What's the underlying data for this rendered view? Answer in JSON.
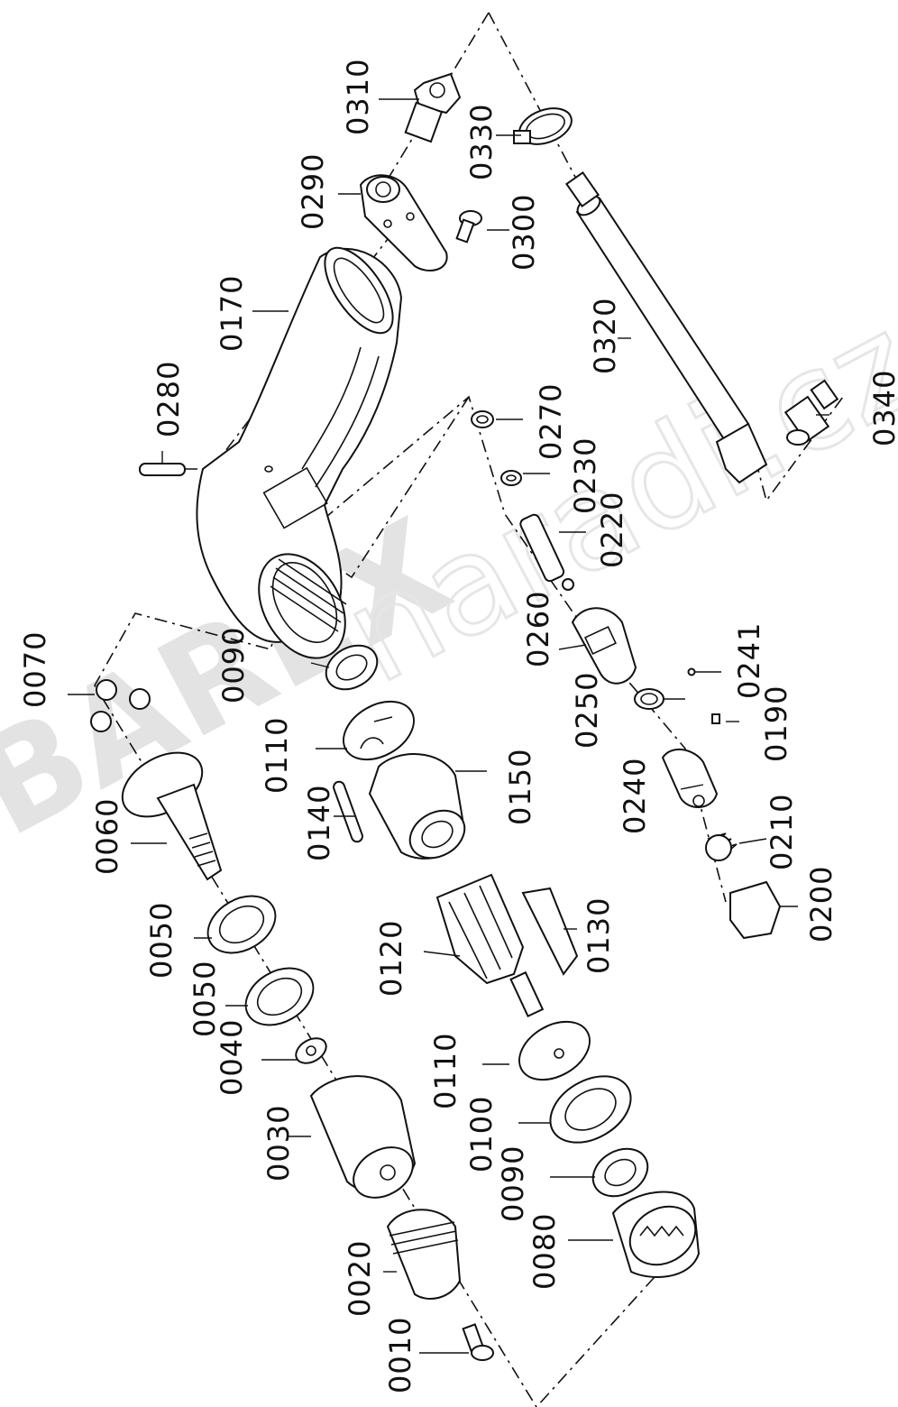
{
  "watermark": {
    "brand": "BAREX",
    "suffix": "naradi.cz"
  },
  "colors": {
    "line": "#111111",
    "background": "#ffffff",
    "watermark": "#e3e3e3"
  },
  "labels": {
    "p0010": "0010",
    "p0020": "0020",
    "p0030": "0030",
    "p0040": "0040",
    "p0050a": "0050",
    "p0050b": "0050",
    "p0060": "0060",
    "p0070": "0070",
    "p0080": "0080",
    "p0090a": "0090",
    "p0090b": "0090",
    "p0100": "0100",
    "p0110a": "0110",
    "p0110b": "0110",
    "p0120": "0120",
    "p0130": "0130",
    "p0140": "0140",
    "p0150": "0150",
    "p0170": "0170",
    "p0190": "0190",
    "p0200": "0200",
    "p0210": "0210",
    "p0220": "0220",
    "p0230": "0230",
    "p0240": "0240",
    "p0241": "0241",
    "p0250": "0250",
    "p0260": "0260",
    "p0270": "0270",
    "p0280": "0280",
    "p0290": "0290",
    "p0300": "0300",
    "p0310": "0310",
    "p0320": "0320",
    "p0330": "0330",
    "p0340": "0340"
  }
}
